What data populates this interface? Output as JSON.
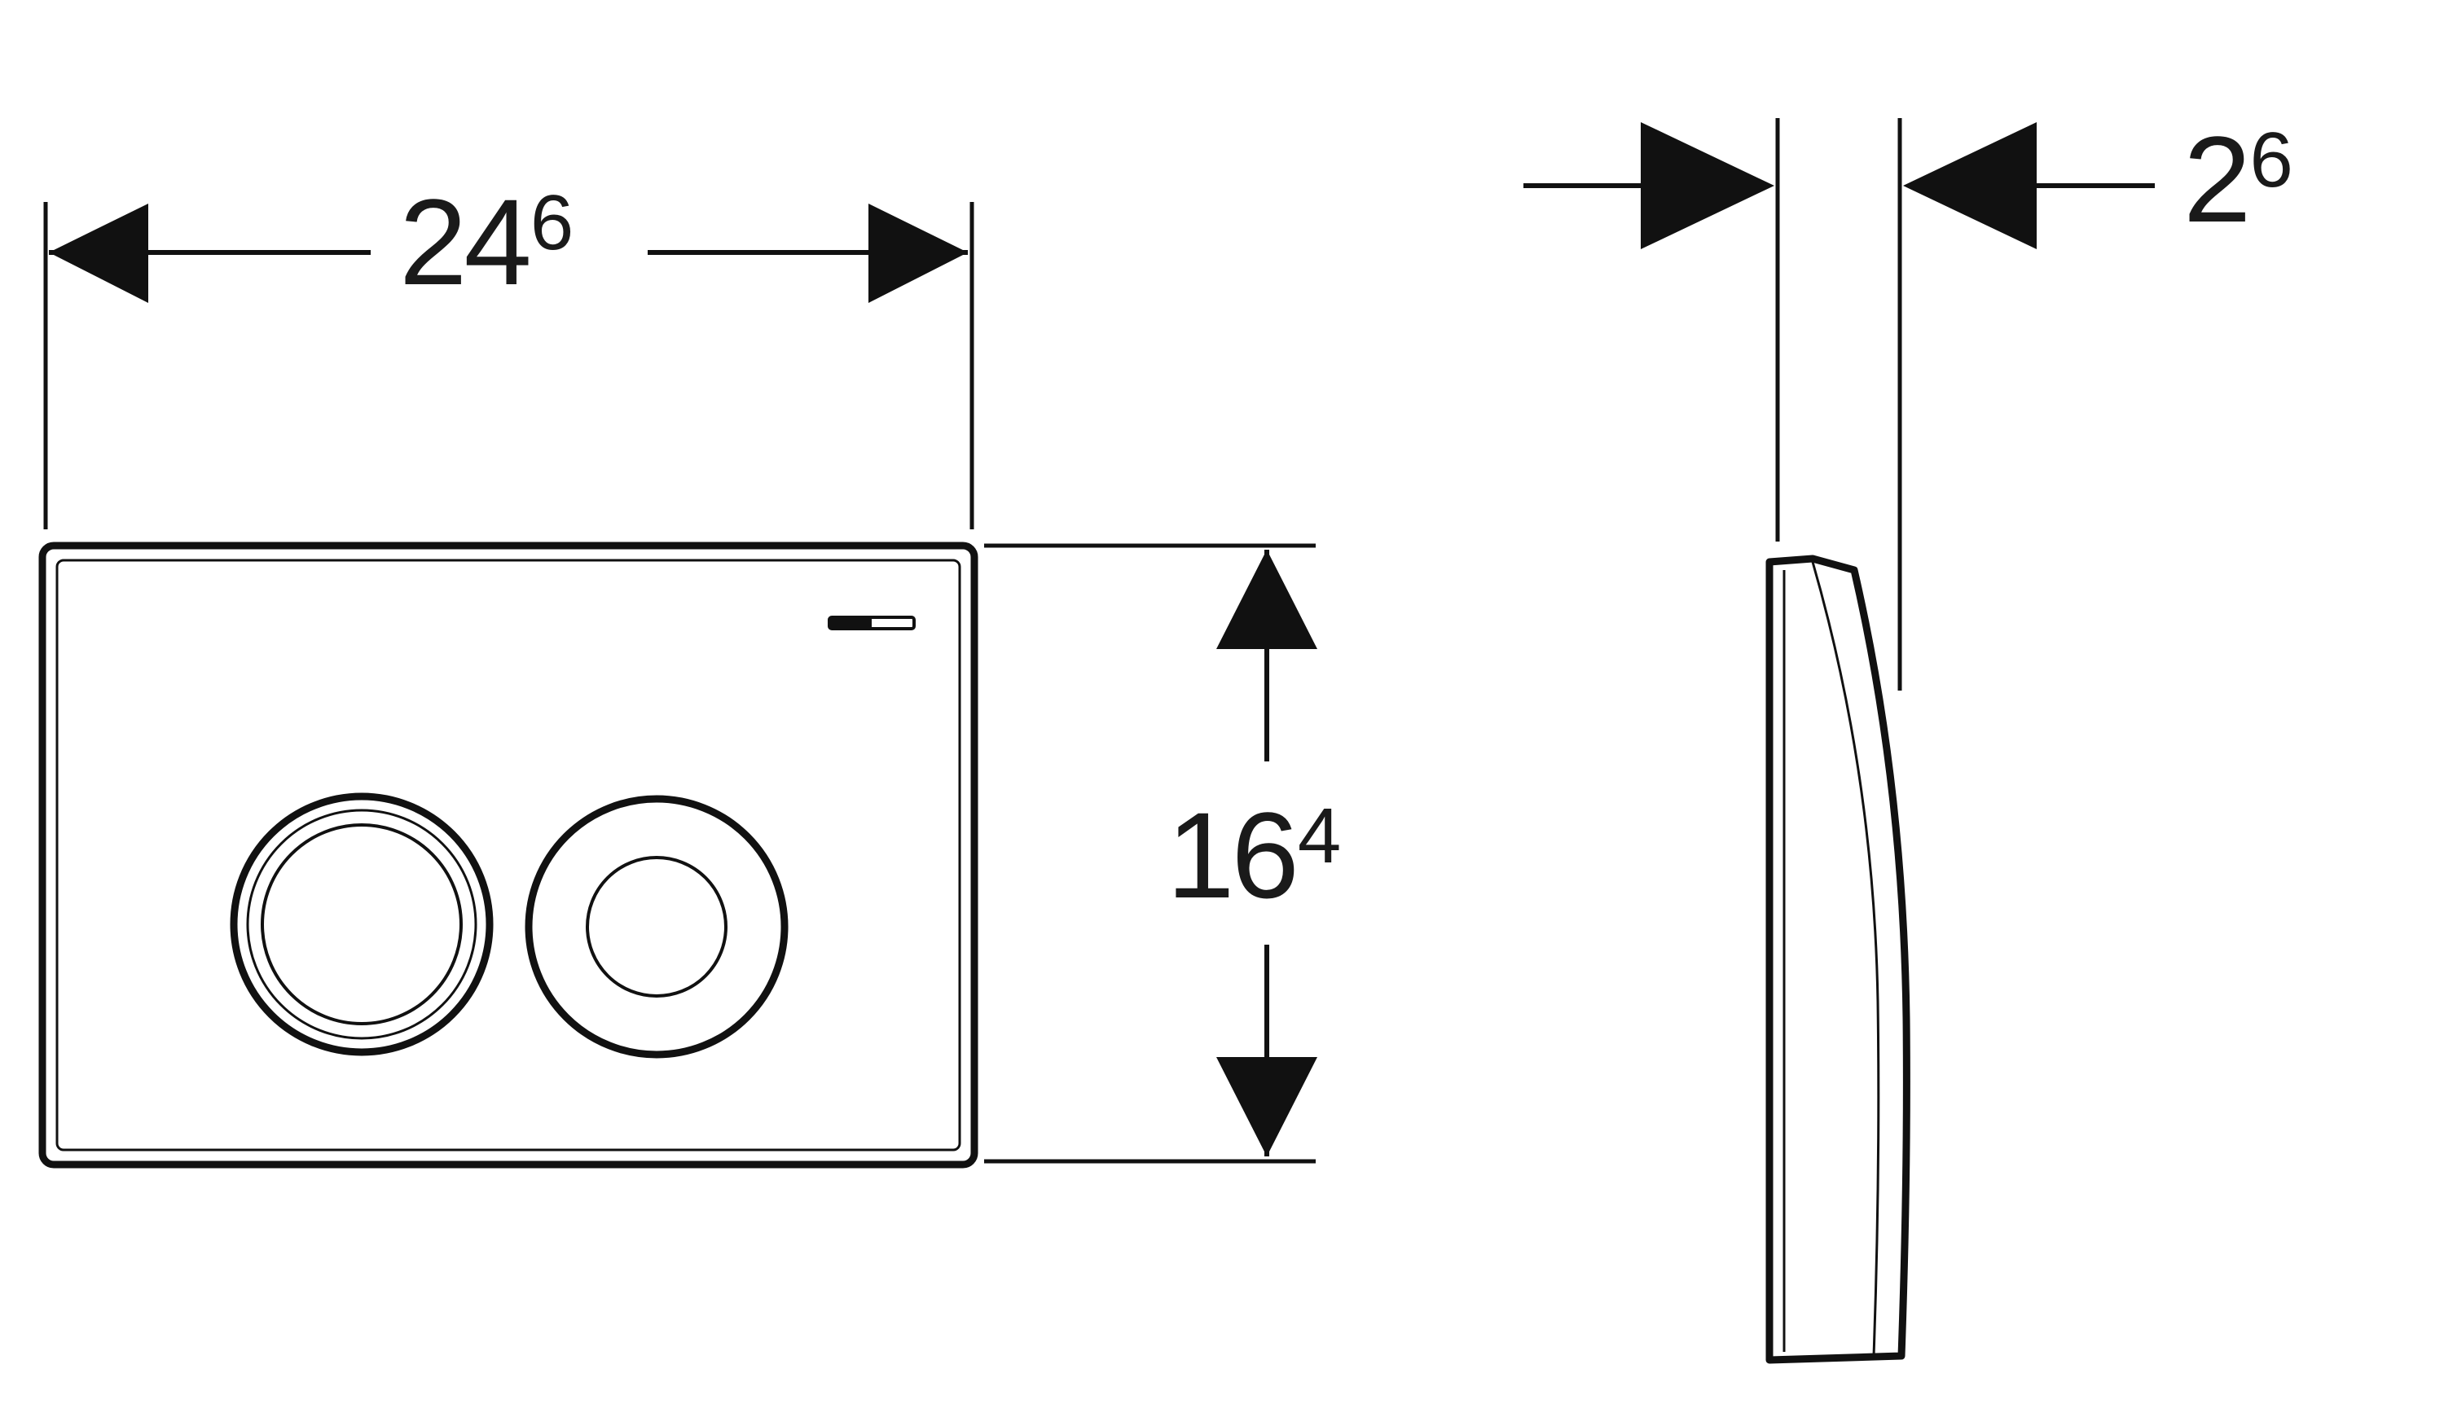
{
  "diagram": {
    "width_dimension": {
      "value": "24",
      "superscript": "6"
    },
    "height_dimension": {
      "value": "16",
      "superscript": "4"
    },
    "depth_dimension": {
      "value": "2",
      "superscript": "6"
    }
  },
  "colors": {
    "line": "#111111",
    "background": "#ffffff",
    "text": "#1a1a1a"
  }
}
